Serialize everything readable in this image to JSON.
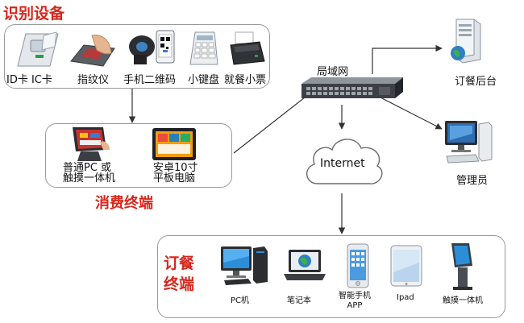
{
  "identify": {
    "title": "识别设备",
    "devices": [
      {
        "label": "ID卡 IC卡",
        "icon": "card-reader-icon"
      },
      {
        "label": "指纹仪",
        "icon": "fingerprint-scanner-icon"
      },
      {
        "label": "手机二维码",
        "icon": "qr-scanner-icon"
      },
      {
        "label": "小键盘",
        "icon": "keypad-icon"
      },
      {
        "label": "就餐小票",
        "icon": "receipt-printer-icon"
      }
    ]
  },
  "consume": {
    "title": "消费终端",
    "devices": [
      {
        "label_line1": "普通PC 或",
        "label_line2": "触摸一体机",
        "icon": "pos-terminal-icon"
      },
      {
        "label_line1": "安卓10寸",
        "label_line2": "平板电脑",
        "icon": "android-tablet-icon"
      }
    ]
  },
  "network": {
    "switch_label": "局域网",
    "internet_label": "Internet",
    "server_label": "订餐后台",
    "admin_label": "管理员"
  },
  "order": {
    "title_line1": "订餐",
    "title_line2": "终端",
    "devices": [
      {
        "label": "PC机",
        "icon": "desktop-pc-icon"
      },
      {
        "label": "笔记本",
        "icon": "laptop-icon"
      },
      {
        "label": "智能手机\nAPP",
        "label_line1": "智能手机",
        "label_line2": "APP",
        "icon": "smartphone-icon"
      },
      {
        "label": "Ipad",
        "icon": "ipad-icon"
      },
      {
        "label": "触摸一体机",
        "icon": "touch-kiosk-icon"
      }
    ]
  },
  "colors": {
    "title_red": "#d8261b",
    "panel_border": "#9a9a9a",
    "arrow": "#333333"
  }
}
